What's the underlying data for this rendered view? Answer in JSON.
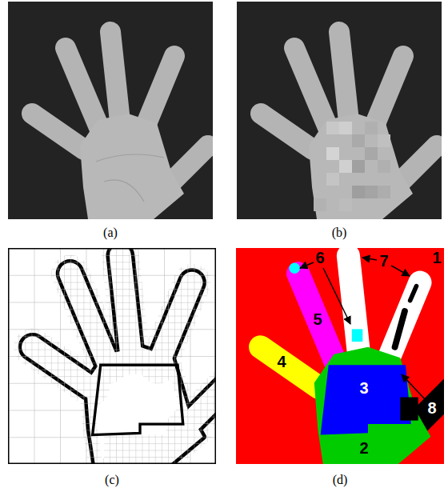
{
  "diagram": {
    "labels": [
      "(a)",
      "(b)",
      "6",
      "7",
      "1",
      "5",
      "4",
      "3",
      "8",
      "2",
      "(c)",
      "(d)"
    ]
  }
}
